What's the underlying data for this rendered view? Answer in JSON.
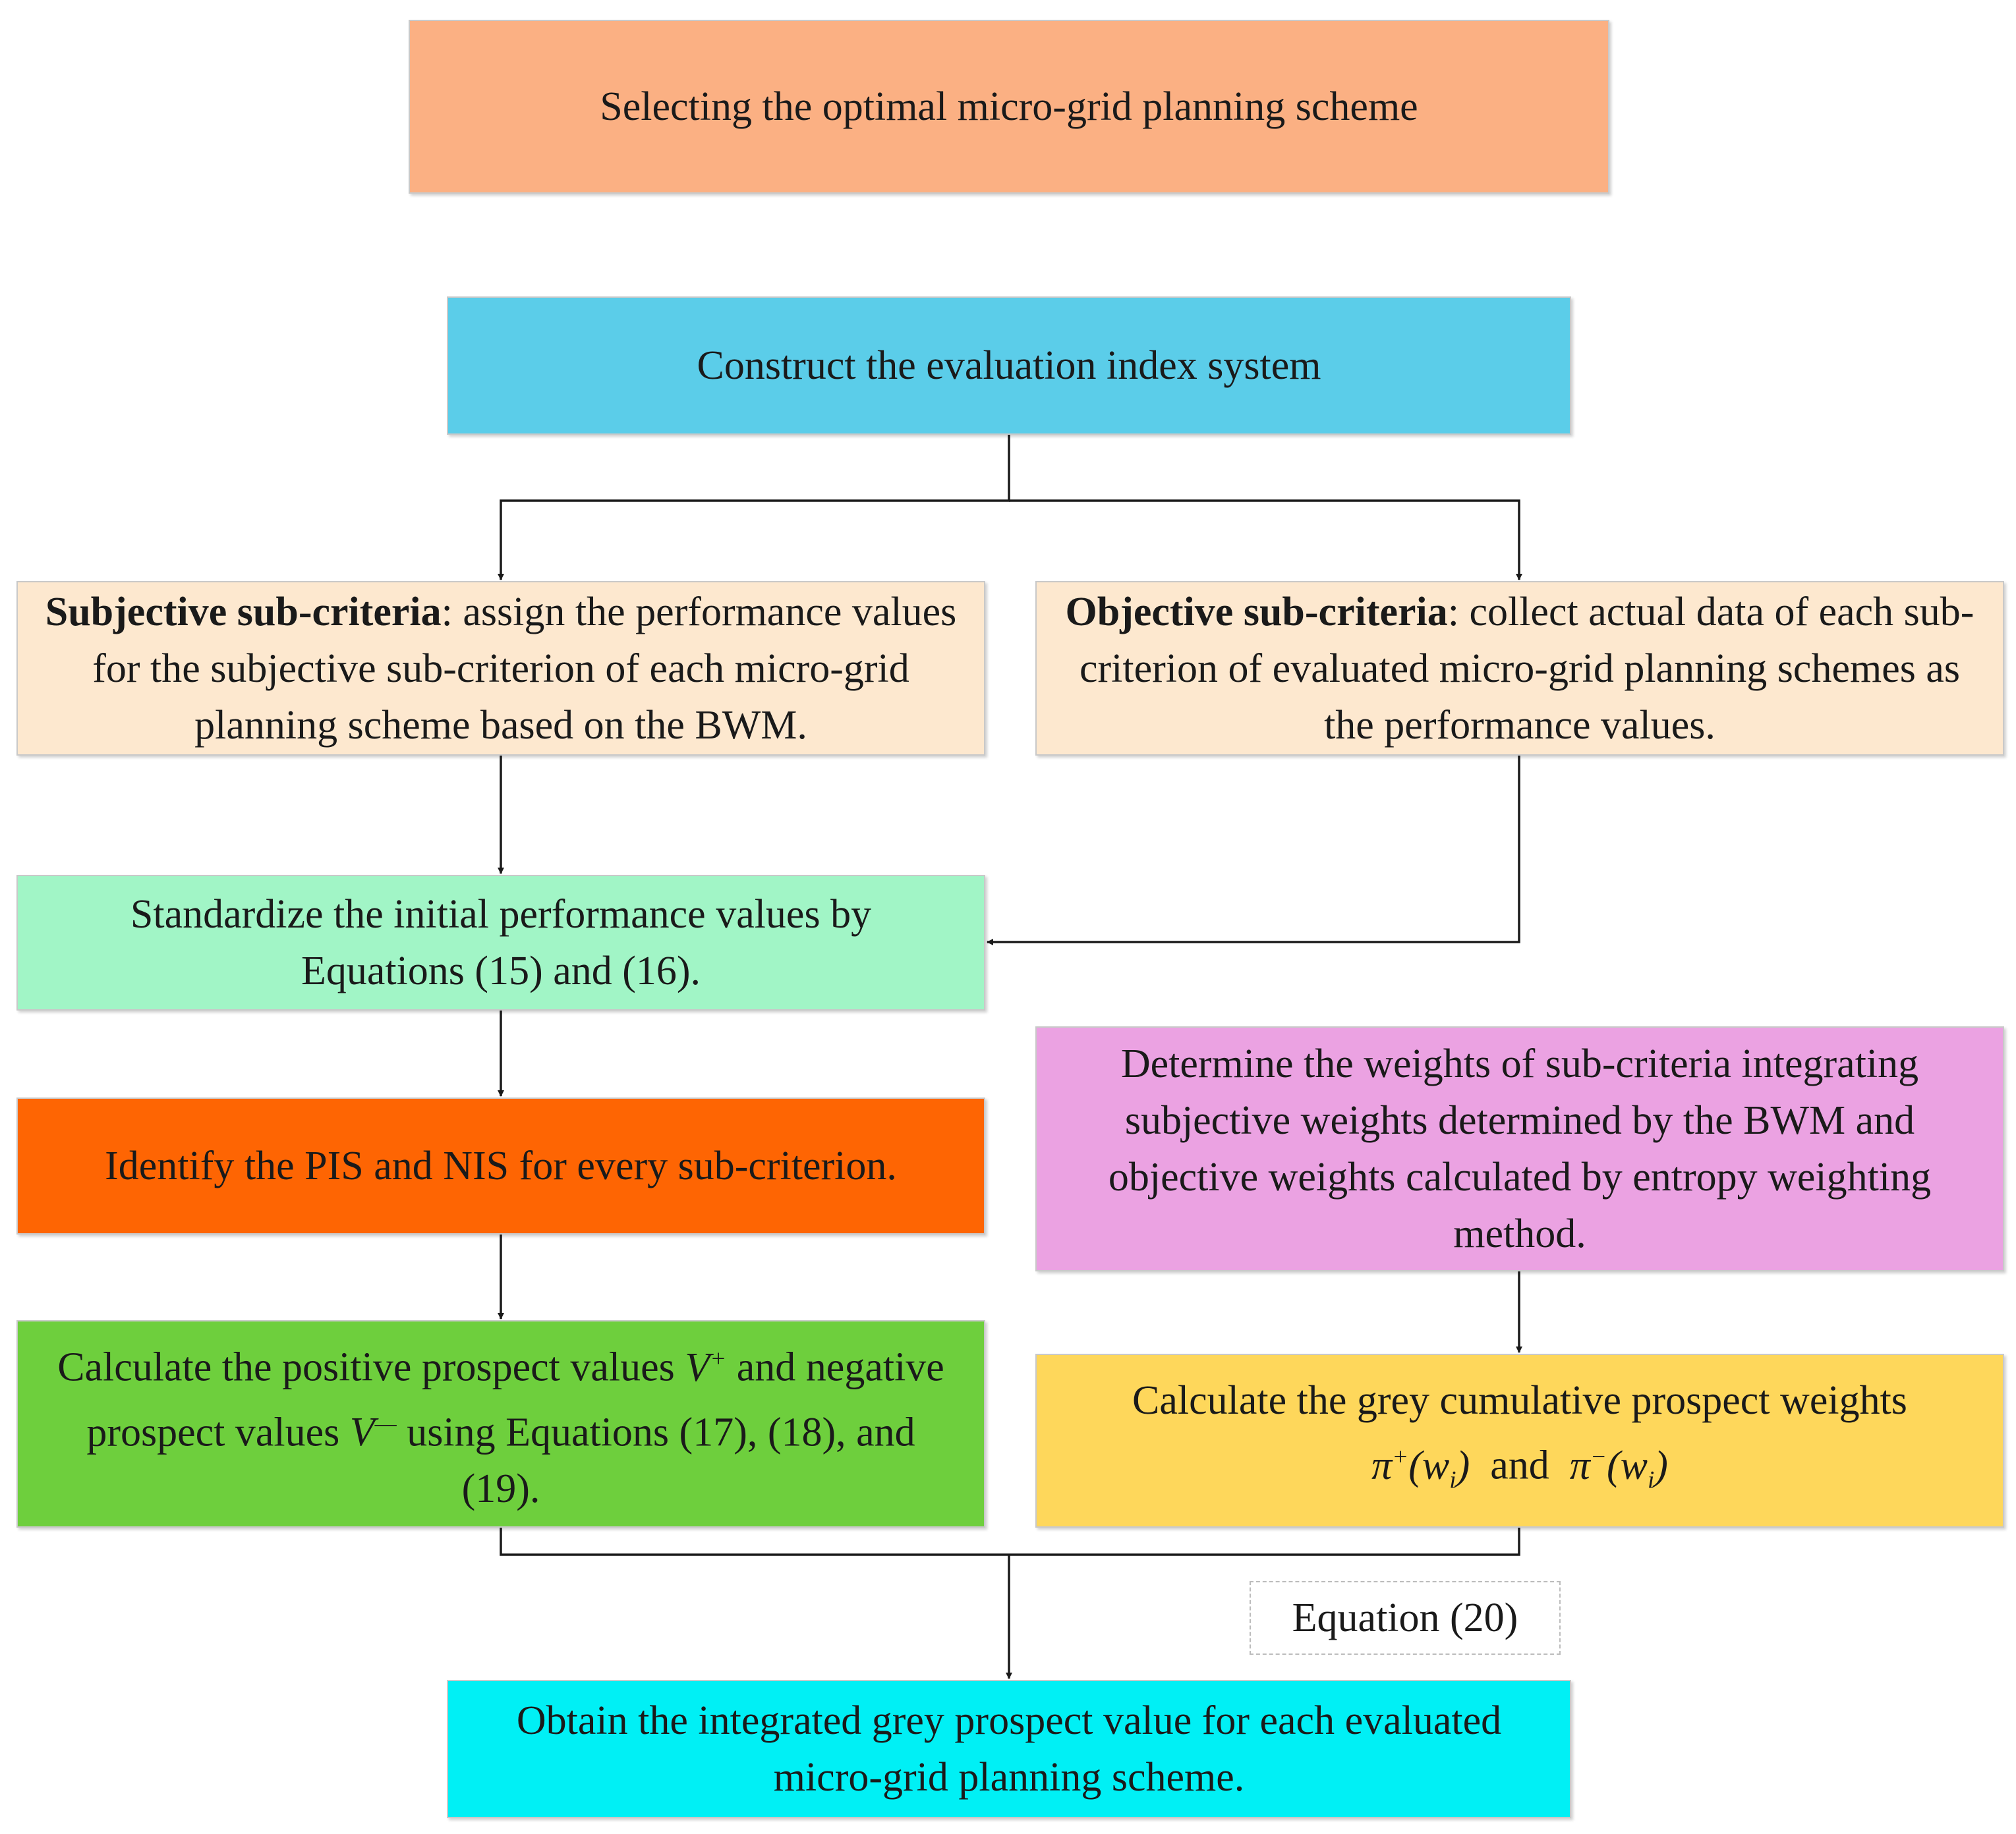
{
  "boxes": {
    "goal": {
      "text": "Selecting the optimal micro-grid planning scheme",
      "color": "#fbb083"
    },
    "construct": {
      "text": "Construct the evaluation index system",
      "color": "#5bcde9"
    },
    "subjective": {
      "bold": "Subjective sub-criteria",
      "text": ": assign the performance values for the subjective sub-criterion of each micro-grid planning scheme based on the BWM.",
      "color": "#fde8cf"
    },
    "objective": {
      "bold": "Objective sub-criteria",
      "text": ": collect actual data of each sub-criterion of evaluated micro-grid planning schemes as the performance values.",
      "color": "#fde8cf"
    },
    "standardize": {
      "text": "Standardize the initial performance values by Equations (15) and (16).",
      "color": "#a1f5c6"
    },
    "identify": {
      "text": "Identify the PIS and NIS for every sub-criterion.",
      "color": "#fe6503"
    },
    "weights": {
      "text": "Determine the weights of sub-criteria integrating subjective weights determined by the BWM and objective weights calculated by entropy weighting method.",
      "color": "#eba2e2"
    },
    "prospect": {
      "text_a": "Calculate the positive prospect values ",
      "sym_pos": "V",
      "sup_pos": "+",
      "text_b": " and negative prospect values ",
      "sym_neg": "V",
      "sup_neg": "—",
      "text_c": " using Equations (17), (18), and (19).",
      "color": "#6ecf3d"
    },
    "grey": {
      "text_a": "Calculate the grey cumulative prospect weights",
      "pi": "π",
      "sup_pos": "+",
      "arg": "(w",
      "sub": "i",
      "close": ")",
      "and": "and",
      "sup_neg": "−",
      "color": "#fed75b"
    },
    "integrated": {
      "text": "Obtain the integrated grey prospect value for each evaluated micro-grid planning scheme.",
      "color": "#00f0f5"
    }
  },
  "equation_label": "Equation (20)"
}
